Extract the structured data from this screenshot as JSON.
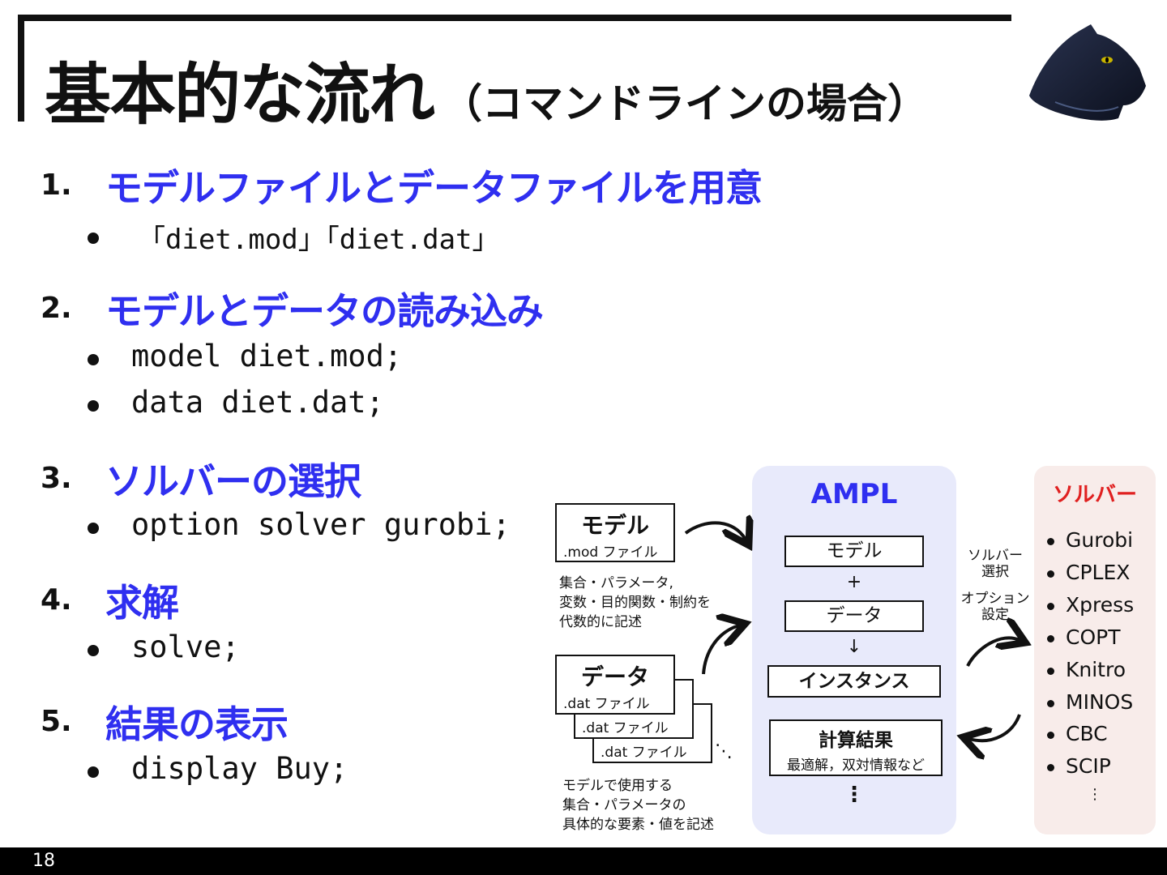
{
  "title": {
    "main": "基本的な流れ",
    "sub": "（コマンドラインの場合）"
  },
  "steps": [
    {
      "num": "1.",
      "label": "モデルファイルとデータファイルを用意",
      "bullets": [
        "「diet.mod」「diet.dat」"
      ]
    },
    {
      "num": "2.",
      "label": "モデルとデータの読み込み",
      "bullets": [
        "model diet.mod;",
        "data diet.dat;"
      ]
    },
    {
      "num": "3.",
      "label": "ソルバーの選択",
      "bullets": [
        "option solver gurobi;"
      ]
    },
    {
      "num": "4.",
      "label": "求解",
      "bullets": [
        "solve;"
      ]
    },
    {
      "num": "5.",
      "label": "結果の表示",
      "bullets": [
        "display Buy;"
      ]
    }
  ],
  "diagram": {
    "model_box": {
      "title": "モデル",
      "sub": ".mod ファイル"
    },
    "model_desc": [
      "集合・パラメータ,",
      "変数・目的関数・制約を",
      "代数的に記述"
    ],
    "data_box": {
      "title": "データ",
      "sub": ".dat ファイル",
      "sub2": ".dat ファイル",
      "sub3": ".dat ファイル",
      "ellipsis": "⋱"
    },
    "data_desc": [
      "モデルで使用する",
      "集合・パラメータの",
      "具体的な要素・値を記述"
    ],
    "ampl": {
      "title": "AMPL",
      "model": "モデル",
      "plus": "+",
      "data": "データ",
      "down_arrow": "↓",
      "instance": "インスタンス",
      "result_title": "計算結果",
      "result_sub": "最適解，双対情報など",
      "vdots": "⋮"
    },
    "middle_labels": {
      "solver_select": [
        "ソルバー",
        "選択"
      ],
      "option_set": [
        "オプション",
        "設定"
      ]
    },
    "solvers": {
      "title": "ソルバー",
      "title_color": "#e02020",
      "items": [
        "Gurobi",
        "CPLEX",
        "Xpress",
        "COPT",
        "Knitro",
        "MINOS",
        "CBC",
        "SCIP"
      ],
      "vdots": "⋮"
    }
  },
  "colors": {
    "heading": "#2f2ff0",
    "ampl_panel": "#e8eafb",
    "solver_panel": "#f8ecea"
  },
  "footer": {
    "page": "18"
  }
}
